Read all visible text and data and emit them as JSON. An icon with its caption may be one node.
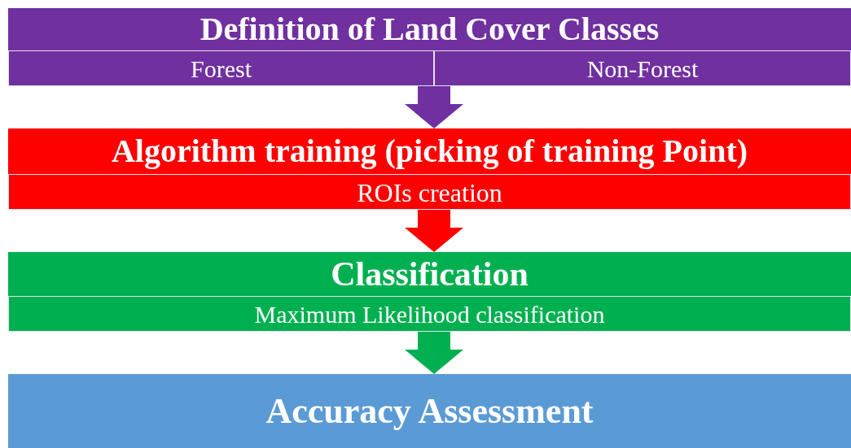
{
  "diagram": {
    "nodes": [
      {
        "text": [
          "Definition of Land Cover Classes"
        ]
      },
      {
        "text": [
          "Forest"
        ],
        "in": 0
      },
      {
        "text": [
          "Non-Forest"
        ],
        "in": 0
      },
      {
        "text": [
          "Algorithm training (picking of training Point)"
        ]
      },
      {
        "text": [
          "ROIs creation"
        ],
        "in": 3
      },
      {
        "text": [
          "Classification"
        ]
      },
      {
        "text": [
          "Maximum Likelihood classification"
        ],
        "in": 5
      },
      {
        "text": [
          "Accuracy Assessment"
        ]
      }
    ],
    "edges": [
      {
        "from": 0,
        "to": 3,
        "arrow": "to",
        "color": "#7030a0"
      },
      {
        "from": 3,
        "to": 5,
        "arrow": "to",
        "color": "#ff0000"
      },
      {
        "from": 5,
        "to": 7,
        "arrow": "to",
        "color": "#00b050"
      }
    ]
  }
}
